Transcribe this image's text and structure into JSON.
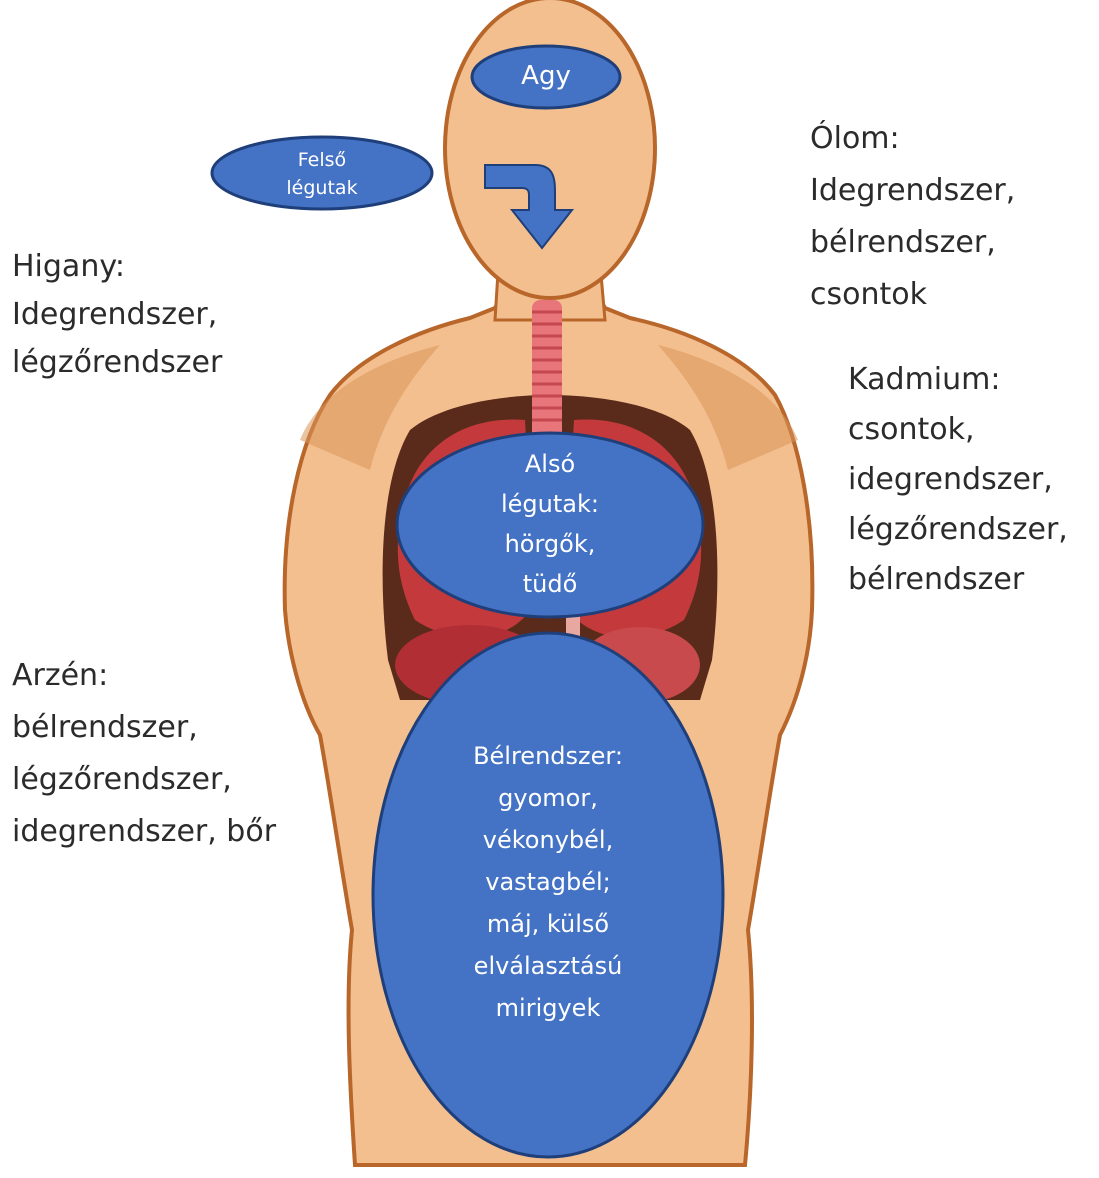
{
  "organs": {
    "brain": "Agy",
    "upper_airways": [
      "Felső",
      "légutak"
    ],
    "lower_airways": [
      "Alsó",
      "légutak:",
      "hörgők,",
      "tüdő"
    ],
    "digestive": [
      "Bélrendszer:",
      "gyomor,",
      "vékonybél,",
      "vastagbél;",
      "máj,  külső",
      "elválasztású",
      "mirigyek"
    ]
  },
  "metals": {
    "lead": [
      "Ólom:",
      "Idegrendszer,",
      "bélrendszer,",
      "csontok"
    ],
    "mercury": [
      "Higany:",
      "Idegrendszer,",
      "légzőrendszer"
    ],
    "cadmium": [
      "Kadmium:",
      "csontok,",
      "idegrendszer,",
      "légzőrendszer,",
      "bélrendszer"
    ],
    "arsenic": [
      "Arzén:",
      "bélrendszer,",
      "légzőrendszer,",
      "idegrendszer, bőr"
    ]
  },
  "colors": {
    "oval_fill": "#4472c4",
    "oval_stroke": "#1f3f7a",
    "skin": "#f3bf8f",
    "skin_shadow": "#d8955a",
    "outline": "#b8662a",
    "organ_red": "#c43a3c",
    "trachea": "#e8757a"
  }
}
